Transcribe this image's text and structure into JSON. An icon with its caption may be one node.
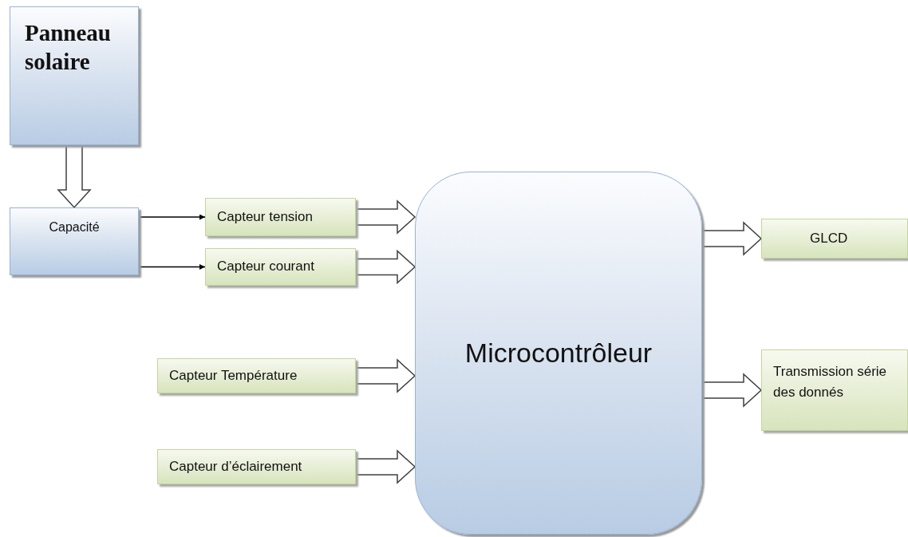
{
  "diagram": {
    "nodes": [
      {
        "text": [
          "Panneau solaire"
        ]
      },
      {
        "text": [
          "Capacité"
        ]
      },
      {
        "text": [
          "Capteur tension"
        ]
      },
      {
        "text": [
          "Capteur courant"
        ]
      },
      {
        "text": [
          "Capteur Température"
        ]
      },
      {
        "text": [
          "Capteur d’éclairement"
        ]
      },
      {
        "text": [
          "Microcontrôleur"
        ]
      },
      {
        "text": [
          "GLCD"
        ]
      },
      {
        "text": [
          "Transmission série des donnés"
        ]
      }
    ],
    "edges": [
      {
        "from": 0,
        "to": 1,
        "arrow": "to",
        "style": "thick"
      },
      {
        "from": 1,
        "to": 2,
        "arrow": "to"
      },
      {
        "from": 1,
        "to": 3,
        "arrow": "to"
      },
      {
        "from": 2,
        "to": 6,
        "arrow": "to",
        "style": "thick"
      },
      {
        "from": 3,
        "to": 6,
        "arrow": "to",
        "style": "thick"
      },
      {
        "from": 4,
        "to": 6,
        "arrow": "to",
        "style": "thick"
      },
      {
        "from": 5,
        "to": 6,
        "arrow": "to",
        "style": "thick"
      },
      {
        "from": 6,
        "to": 7,
        "arrow": "to",
        "style": "thick"
      },
      {
        "from": 6,
        "to": 8,
        "arrow": "to",
        "style": "thick"
      }
    ]
  }
}
